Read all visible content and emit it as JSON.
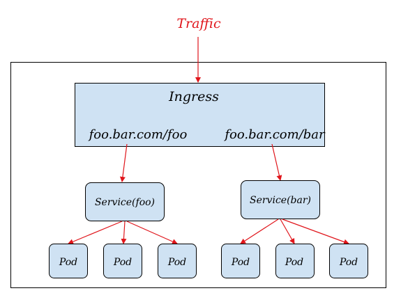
{
  "colors": {
    "box_fill": "#cfe2f3",
    "box_stroke": "#000000",
    "arrow": "#e0151b",
    "traffic_text": "#e0151b",
    "frame_stroke": "#000000"
  },
  "traffic": {
    "label": "Traffic"
  },
  "ingress": {
    "title": "Ingress",
    "routes": [
      {
        "path": "foo.bar.com/foo"
      },
      {
        "path": "foo.bar.com/bar"
      }
    ]
  },
  "services": [
    {
      "label": "Service(foo)"
    },
    {
      "label": "Service(bar)"
    }
  ],
  "pods": [
    {
      "label": "Pod"
    },
    {
      "label": "Pod"
    },
    {
      "label": "Pod"
    },
    {
      "label": "Pod"
    },
    {
      "label": "Pod"
    },
    {
      "label": "Pod"
    }
  ]
}
